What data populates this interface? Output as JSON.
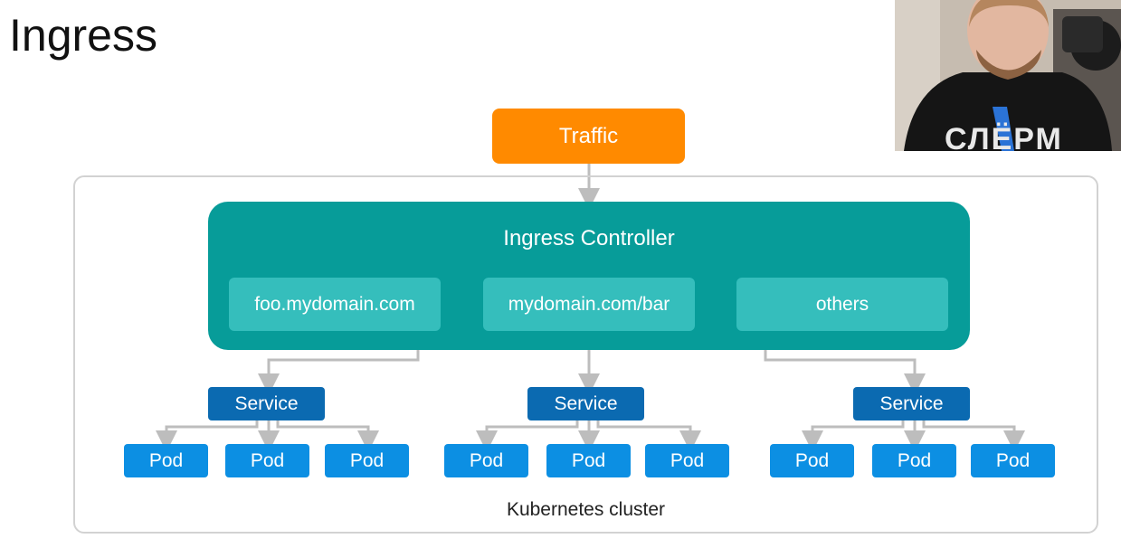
{
  "slide": {
    "title": "Ingress"
  },
  "diagram": {
    "traffic_label": "Traffic",
    "controller_label": "Ingress Controller",
    "rules": [
      "foo.mydomain.com",
      "mydomain.com/bar",
      "others"
    ],
    "service_label": "Service",
    "pod_label": "Pod",
    "cluster_label": "Kubernetes cluster"
  },
  "webcam": {
    "shirt_text": "СЛЁРМ"
  },
  "colors": {
    "traffic": "#ff8a00",
    "controller": "#079c99",
    "rule": "#35bebc",
    "service": "#0b6ab1",
    "pod": "#0c8fe3",
    "connector": "#bdbdbd"
  }
}
